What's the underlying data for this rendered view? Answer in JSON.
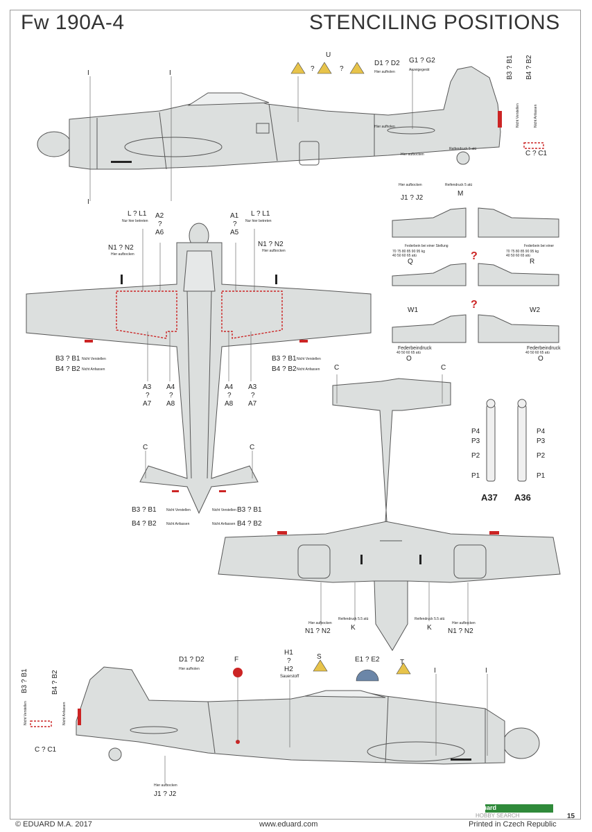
{
  "header": {
    "model": "Fw 190A-4",
    "title": "STENCILING POSITIONS"
  },
  "labels": {
    "top_side": {
      "u": "U",
      "d1d2": "D1 ? D2",
      "hier_aufholen": "Hier aufholen",
      "g1g2": "G1 ? G2",
      "anzeige": "Anzeigegerät",
      "b3b1": "B3 ? B1",
      "b4b2": "B4 ? B2",
      "nicht_verstellen": "Nicht Verstellen",
      "nicht_anfassen": "Nicht Anfassen",
      "cc1": "C ? C1",
      "j1j2": "J1 ? J2",
      "hier_aufbocken": "Hier aufbocken",
      "reifendruck": "Reifendruck 5 atü",
      "m": "M",
      "i": "I",
      "hier_aufbocken_small": "Hier aufbocken",
      "reifen_small": "Reifendruck 5 atü",
      "hier_aufholen_small": "Hier aufholen"
    },
    "plan": {
      "l_l1": "L ? L1",
      "nur_hier": "Nur hier betreten",
      "a2": "A2",
      "q": "?",
      "a6": "A6",
      "a1": "A1",
      "a5": "A5",
      "n1n2": "N1 ? N2",
      "hier_aufbocken": "Hier aufbocken",
      "b3b1": "B3 ? B1",
      "b4b2": "B4 ? B2",
      "nicht_verstellen": "Nicht Verstellen",
      "nicht_anfassen": "Nicht Anfassen",
      "a3": "A3",
      "a7": "A7",
      "a4": "A4",
      "a8": "A8",
      "c": "C"
    },
    "flaps": {
      "q_label": "Q",
      "r_label": "R",
      "w1": "W1",
      "w2": "W2",
      "o": "O",
      "federbein": "Federbeindruck",
      "qmark": "?",
      "fed_small_l": "Federbein bei einer Stellung",
      "fed_small_r": "Federbein bei einer",
      "row1": "70 75 80 85 90 95 kg",
      "row2": "40 50 60 65 atü"
    },
    "gear": {
      "p4": "P4",
      "p3": "P3",
      "p2": "P2",
      "p1": "P1",
      "a37": "A37",
      "a36": "A36"
    },
    "under": {
      "c": "C",
      "hier_aufbocken": "Hier aufbocken",
      "reifendruck": "Reifendruck 5.5 atü",
      "n1n2": "N1 ? N2",
      "k": "K"
    },
    "bottom_side": {
      "b3b1": "B3 ? B1",
      "b4b2": "B4 ? B2",
      "nicht_verstellen": "Nicht Verstellen",
      "nicht_anfassen": "Nicht Anfassen",
      "cc1": "C ? C1",
      "d1d2": "D1 ? D2",
      "hier_aufholen": "Hier aufholen",
      "f": "F",
      "h1": "H1",
      "q": "?",
      "h2": "H2",
      "sauerstoff": "Sauerstoff",
      "s": "S",
      "e1e2": "E1 ? E2",
      "t": "T",
      "i": "I",
      "j1j2": "J1 ? J2",
      "hier_aufbocken": "Hier aufbocken"
    }
  },
  "footer": {
    "copyright": "© EDUARD M.A. 2017",
    "url": "www.eduard.com",
    "printed": "Printed in Czech Republic",
    "page": "15",
    "logo": "eduard",
    "watermark": "HOBBY SEARCH"
  },
  "colors": {
    "aircraft": "#dcdfde",
    "outline": "#555555",
    "stencil_red": "#cc2424",
    "logo_green": "#2f8a3a"
  }
}
